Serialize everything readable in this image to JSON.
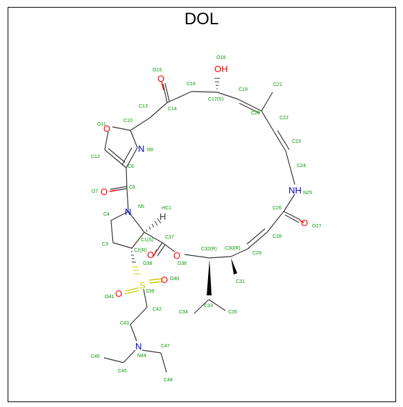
{
  "title": "DOL",
  "colors": {
    "bond": "#333333",
    "oxygen": "#ff0000",
    "nitrogen": "#0000cc",
    "sulfur": "#cccc00",
    "label": "#009900"
  },
  "hetero": {
    "oh": "OH",
    "o15": "O",
    "o11": "O",
    "n9": "N",
    "o7": "O",
    "n5": "N",
    "h": "H",
    "o38": "O",
    "o36": "O",
    "s": "S",
    "o40": "O",
    "o41": "O",
    "n44": "N",
    "nh": "NH",
    "o27": "O"
  },
  "atom_labels": {
    "O18": "O18",
    "O15": "O15",
    "C16": "C16",
    "C17": "C17(S)",
    "C19": "C19",
    "C21": "C21",
    "C13": "C13",
    "C14": "C14",
    "C20": "C20",
    "C22": "C22",
    "C10": "C10",
    "O11": "O11",
    "C23": "C23",
    "N9": "N9",
    "C12": "C12",
    "C8": "C8",
    "C24": "C24",
    "C6": "C6",
    "O7": "O7",
    "N25": "N25",
    "HC1": "HC1",
    "N5": "N5",
    "C4": "C4",
    "C26": "C26",
    "C1": "C1(S)",
    "O27": "O27",
    "C37": "C37",
    "C28": "C28",
    "C3": "C3",
    "C2": "C2(R)",
    "C32": "C32(R)",
    "C30": "C30(R)",
    "C29": "C29",
    "O36": "O36",
    "O38": "O38",
    "S39": "S39",
    "O40": "O40",
    "C31": "C31",
    "O41": "O41",
    "C42": "C42",
    "C34": "C34",
    "C33": "C33",
    "C35": "C35",
    "C43": "C43",
    "C47": "C47",
    "C46": "C46",
    "N44": "N44",
    "C45": "C45",
    "C48": "C48"
  }
}
